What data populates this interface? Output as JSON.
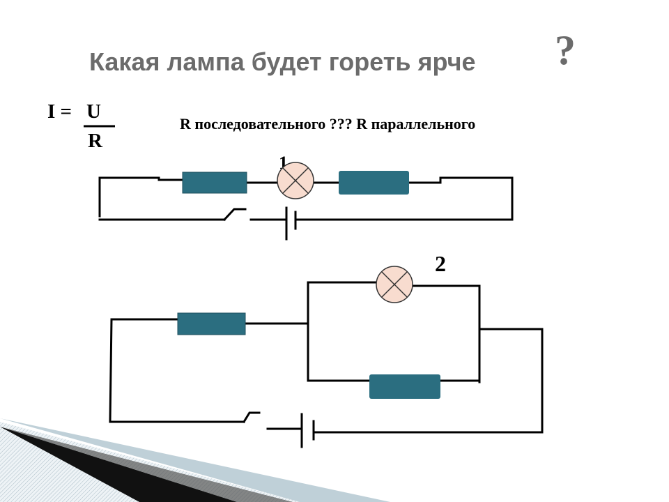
{
  "slide": {
    "title": "Какая лампа будет гореть ярче",
    "title_mark": "?",
    "title_color": "#6b6b6b"
  },
  "formula": {
    "left": "I =",
    "numerator": "U",
    "denominator": "R"
  },
  "comparison": "R последовательного ??? R параллельного",
  "circuits": {
    "series_label": "1",
    "parallel_label": "2"
  },
  "colors": {
    "resistor_fill": "#2b6e80",
    "lamp_fill": "#f8dccf",
    "wire": "#000000"
  }
}
